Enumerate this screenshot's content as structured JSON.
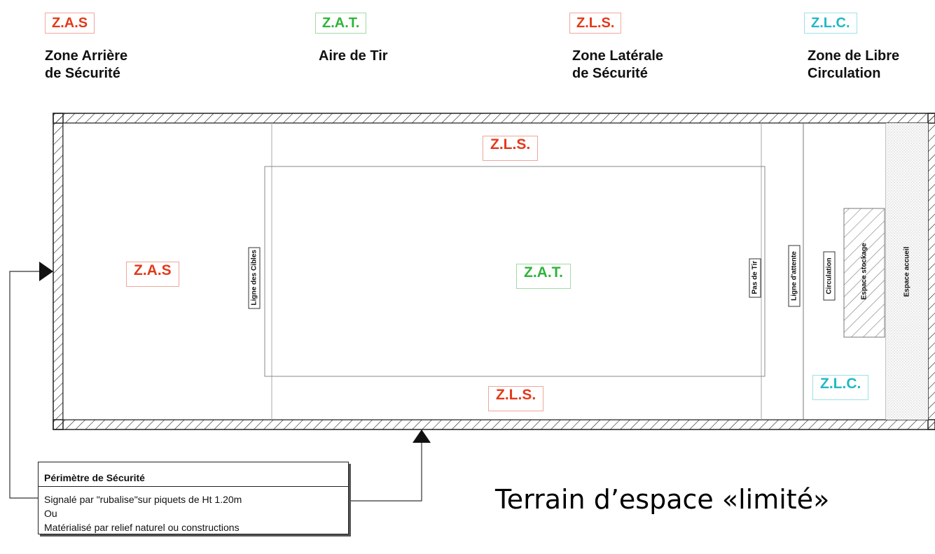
{
  "legend": [
    {
      "code": "Z.A.S",
      "desc_line1": "Zone Arrière",
      "desc_line2": "de Sécurité",
      "color": "#e4391b"
    },
    {
      "code": "Z.A.T.",
      "desc_line1": "Aire de Tir",
      "desc_line2": "",
      "color": "#2fb43a"
    },
    {
      "code": "Z.L.S.",
      "desc_line1": "Zone Latérale",
      "desc_line2": "de Sécurité",
      "color": "#e4391b"
    },
    {
      "code": "Z.L.C.",
      "desc_line1": "Zone de Libre",
      "desc_line2": "Circulation",
      "color": "#22b8c6"
    }
  ],
  "zones": {
    "zls_top": "Z.L.S.",
    "zls_bottom": "Z.L.S.",
    "zas": "Z.A.S",
    "zat": "Z.A.T.",
    "zlc": "Z.L.C."
  },
  "lines": {
    "ligne_cibles": "Ligne des Cibles",
    "pas_de_tir": "Pas de Tir",
    "ligne_attente": "Ligne d'attente",
    "circulation": "Circulation",
    "espace_stockage": "Espace stockage",
    "espace_accueil": "Espace accueil"
  },
  "perimeter": {
    "title": "Périmètre de Sécurité",
    "line1": "Signalé par \"rubalise\"sur piquets de Ht 1.20m",
    "line2": "Ou",
    "line3": "Matérialisé par relief naturel ou constructions"
  },
  "title": "Terrain d’espace «limité»",
  "colors": {
    "red": "#e4391b",
    "green": "#2fb43a",
    "cyan": "#22b8c6"
  }
}
